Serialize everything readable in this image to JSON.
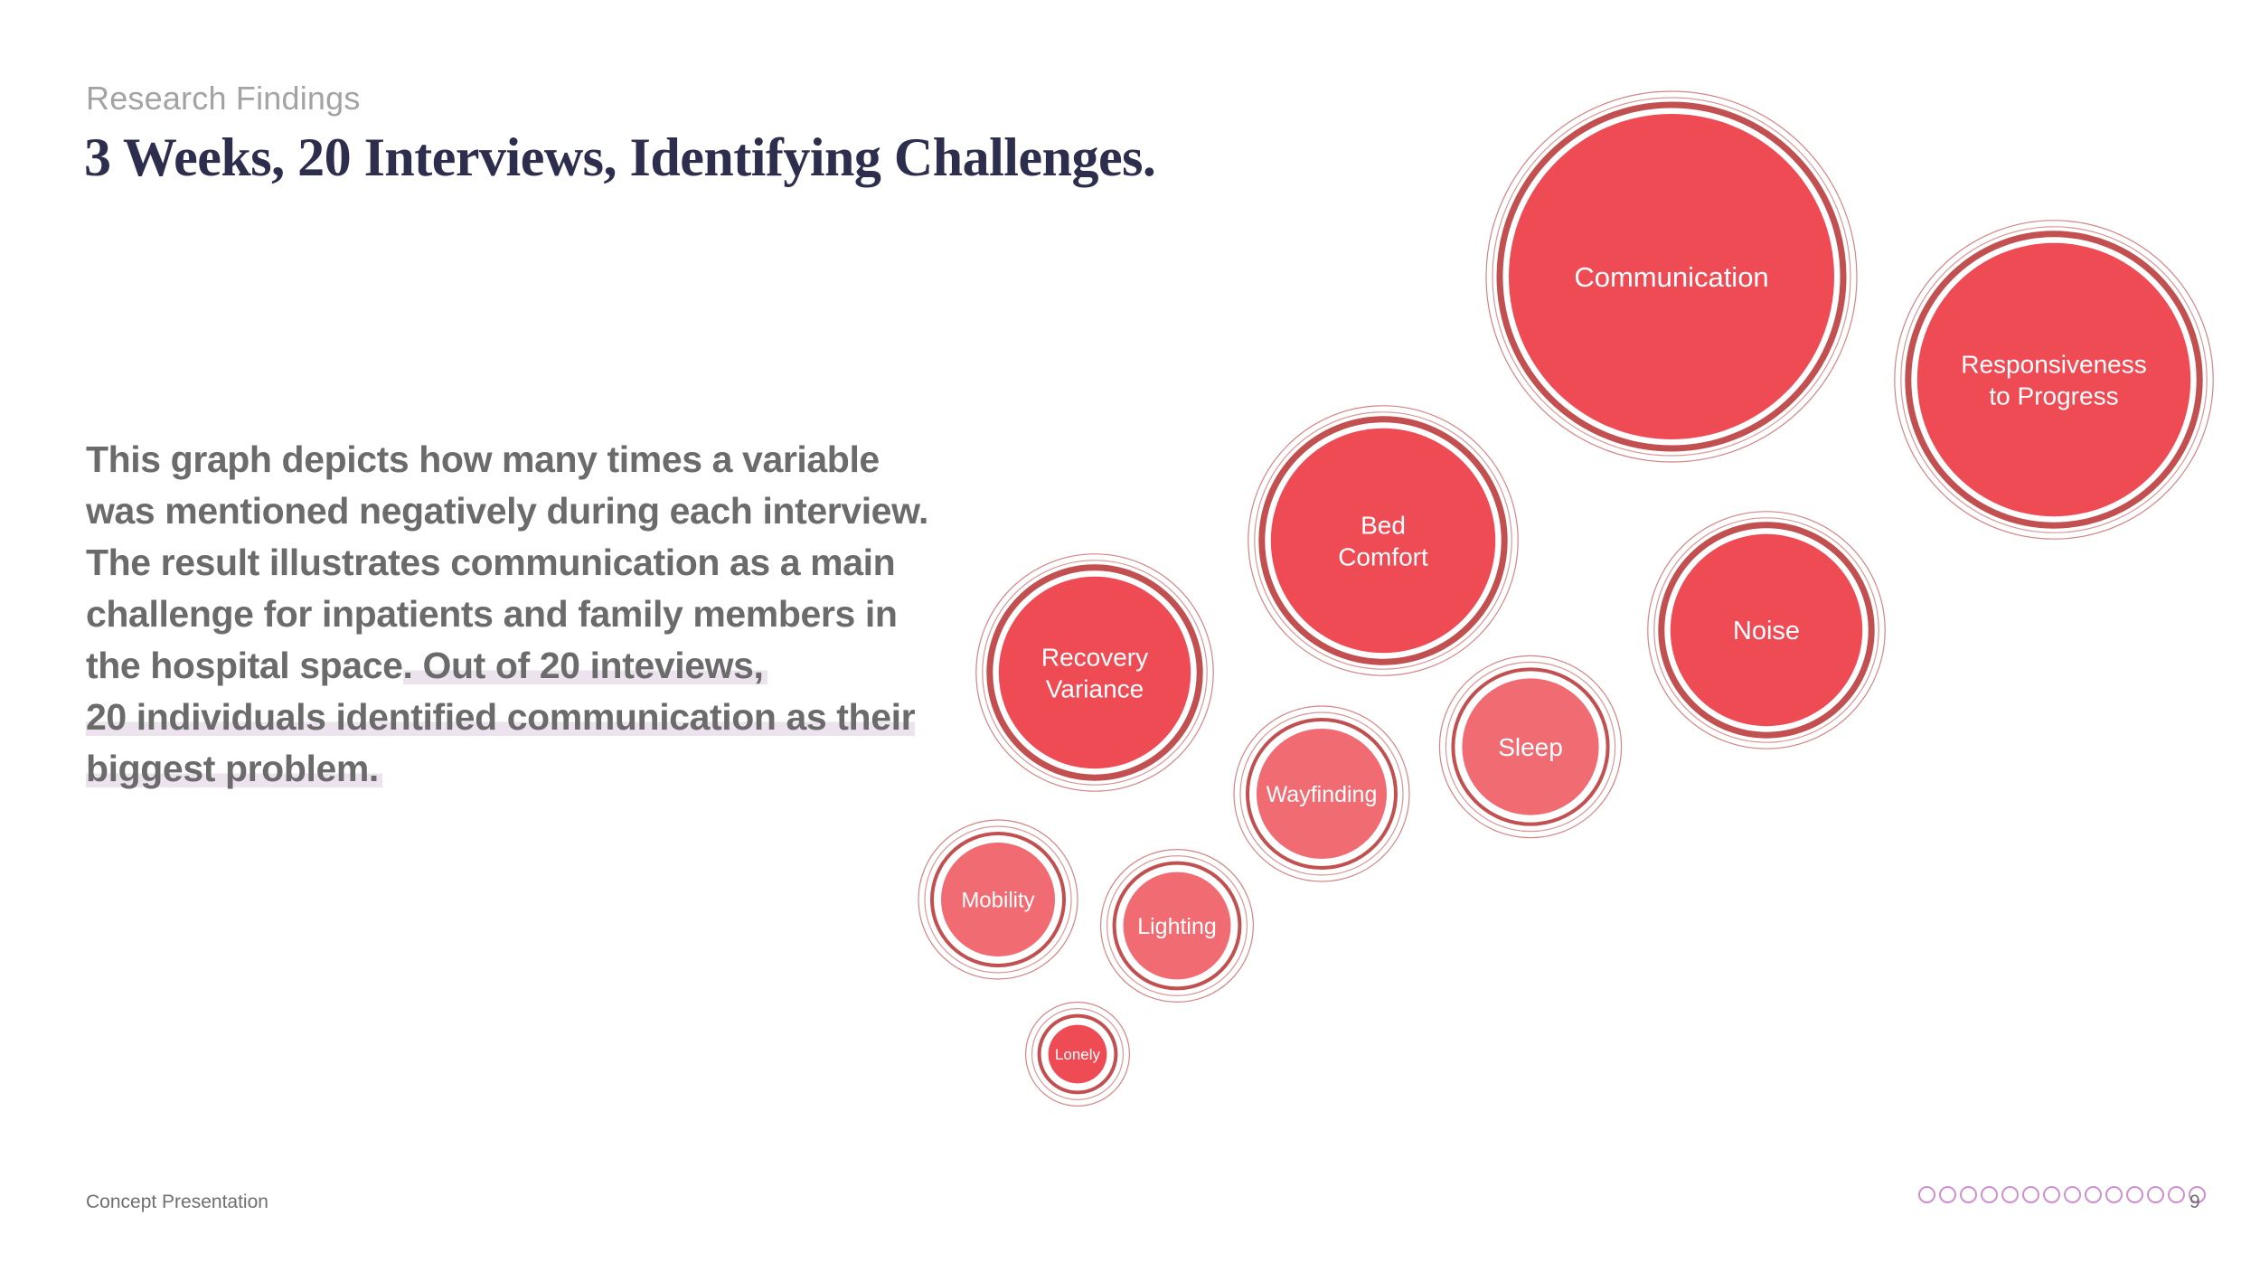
{
  "header": {
    "eyebrow": "Research Findings",
    "title": "3 Weeks, 20 Interviews, Identifying Challenges."
  },
  "body": {
    "part1": "This graph depicts how many times a variable was mentioned negatively during each interview. The result illustrates communication as a main challenge for inpatients and family members in the hospital space",
    "dot": ".",
    "part2": " Out of 20 inteviews,",
    "part3": "20 individuals identified communication as their biggest problem."
  },
  "footer": {
    "left": "Concept Presentation",
    "page_number": "9",
    "page_dots": 14
  },
  "colors": {
    "bubble_strong": "#ef4b55",
    "bubble_light": "#f06b72",
    "ring": "#c25050",
    "title": "#2d2d4d",
    "highlight": "#ece3ee",
    "pager": "#cf8fcf"
  },
  "chart_data": {
    "type": "bubble",
    "title": "",
    "encoding": "bubble size reflects how many times a variable was mentioned negatively",
    "series": [
      {
        "name": "Communication",
        "label_lines": [
          "Communication"
        ],
        "relative_size": 1.0,
        "tone": "strong"
      },
      {
        "name": "Responsiveness to Progress",
        "label_lines": [
          "Responsiveness",
          "to Progress"
        ],
        "relative_size": 0.84,
        "tone": "strong"
      },
      {
        "name": "Bed Comfort",
        "label_lines": [
          "Bed",
          "Comfort"
        ],
        "relative_size": 0.69,
        "tone": "strong"
      },
      {
        "name": "Recovery Variance",
        "label_lines": [
          "Recovery",
          "Variance"
        ],
        "relative_size": 0.59,
        "tone": "strong"
      },
      {
        "name": "Noise",
        "label_lines": [
          "Noise"
        ],
        "relative_size": 0.59,
        "tone": "strong"
      },
      {
        "name": "Sleep",
        "label_lines": [
          "Sleep"
        ],
        "relative_size": 0.42,
        "tone": "light"
      },
      {
        "name": "Wayfinding",
        "label_lines": [
          "Wayfinding"
        ],
        "relative_size": 0.4,
        "tone": "light"
      },
      {
        "name": "Mobility",
        "label_lines": [
          "Mobility"
        ],
        "relative_size": 0.35,
        "tone": "light"
      },
      {
        "name": "Lighting",
        "label_lines": [
          "Lighting"
        ],
        "relative_size": 0.33,
        "tone": "light"
      },
      {
        "name": "Lonely",
        "label_lines": [
          "Lonely"
        ],
        "relative_size": 0.18,
        "tone": "strong"
      }
    ]
  }
}
